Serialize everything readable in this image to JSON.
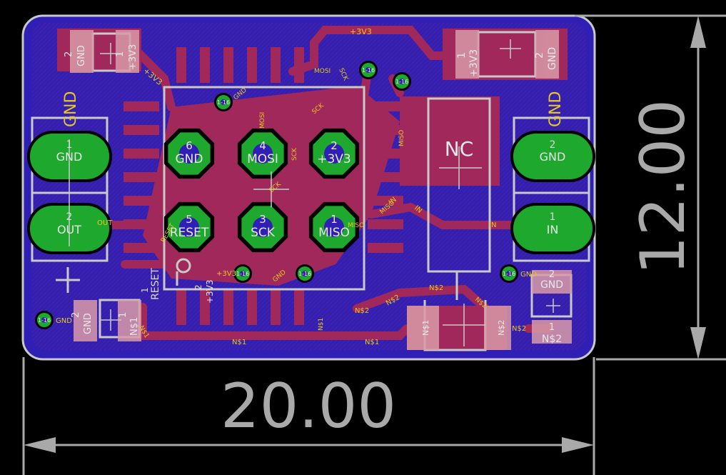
{
  "dimensions": {
    "width": "20.00",
    "height": "12.00"
  },
  "via_label": "1-16",
  "center_chip": "NC",
  "nets": {
    "plus3v3": "+3V3",
    "gnd": "GND",
    "mosi": "MOSI",
    "sck": "SCK",
    "miso": "MISO",
    "in": "IN",
    "out": "OUT",
    "reset": "RESET",
    "ns1": "N$1",
    "ns2": "N$2"
  },
  "header_pins": [
    {
      "number": "6",
      "name": "GND"
    },
    {
      "number": "4",
      "name": "MOSI"
    },
    {
      "number": "2",
      "name": "+3V3"
    },
    {
      "number": "5",
      "name": "RESET"
    },
    {
      "number": "3",
      "name": "SCK"
    },
    {
      "number": "1",
      "name": "MISO"
    }
  ],
  "left_connector": [
    {
      "number": "1",
      "name": "GND"
    },
    {
      "number": "2",
      "name": "OUT"
    }
  ],
  "right_connector": [
    {
      "number": "2",
      "name": "GND"
    },
    {
      "number": "1",
      "name": "IN"
    }
  ],
  "pad_numbers": {
    "one": "1",
    "two": "2"
  },
  "colors": {
    "background": "#000000",
    "board": "#2f1fb5",
    "copper": "#a0285a",
    "pad_green": "#1fa82e",
    "silk": "#c9c9c9",
    "dimension": "#a9a9a9",
    "net_label": "#e6c820"
  }
}
